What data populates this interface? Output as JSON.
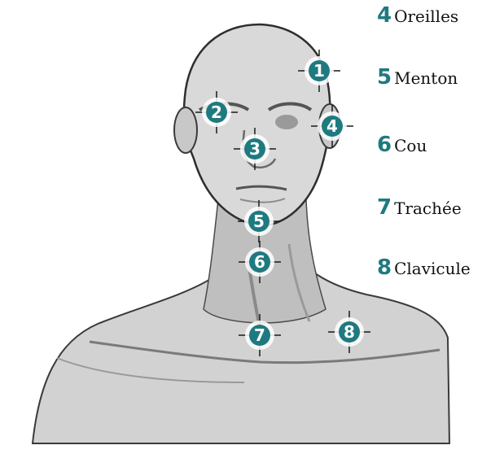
{
  "colors": {
    "accent": "#1f7a80",
    "skin_light": "#e3e3e3",
    "skin_mid": "#bdbdbd",
    "skin_dark": "#8f8f8f",
    "stroke": "#2b2b2b"
  },
  "markers": [
    {
      "number": "1",
      "point": "skull-top"
    },
    {
      "number": "2",
      "point": "right-temple"
    },
    {
      "number": "3",
      "point": "nose"
    },
    {
      "number": "4",
      "point": "ear"
    },
    {
      "number": "5",
      "point": "chin"
    },
    {
      "number": "6",
      "point": "neck"
    },
    {
      "number": "7",
      "point": "trachea"
    },
    {
      "number": "8",
      "point": "clavicle"
    }
  ],
  "legend": [
    {
      "number": "4",
      "label": "Oreilles"
    },
    {
      "number": "5",
      "label": "Menton"
    },
    {
      "number": "6",
      "label": "Cou"
    },
    {
      "number": "7",
      "label": "Trachée"
    },
    {
      "number": "8",
      "label": "Clavicule"
    }
  ]
}
